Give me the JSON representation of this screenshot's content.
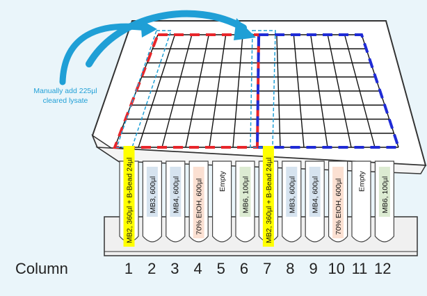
{
  "background_color": "#eaf5fa",
  "callout": {
    "lines": [
      "Manually add 225µl",
      "cleared lysate"
    ],
    "color": "#1f9fd6"
  },
  "tubes": [
    {
      "label": "MB2, 360µl + B-Bead 24µl",
      "color": "#ffff00"
    },
    {
      "label": "MB3, 600µl",
      "color": "#d6e3ef"
    },
    {
      "label": "MB4, 600µl",
      "color": "#d6e3ef"
    },
    {
      "label": "70% EtOH, 600µl",
      "color": "#fbe0d2"
    },
    {
      "label": "Empty",
      "color": "#ffffff"
    },
    {
      "label": "MB6, 100µl",
      "color": "#dcebd2"
    },
    {
      "label": "MB2, 360µl + B-Bead 24µl",
      "color": "#ffff00"
    },
    {
      "label": "MB3, 600µl",
      "color": "#d6e3ef"
    },
    {
      "label": "MB4, 600µl",
      "color": "#d6e3ef"
    },
    {
      "label": "70% EtOH, 600µl",
      "color": "#fbe0d2"
    },
    {
      "label": "Empty",
      "color": "#ffffff"
    },
    {
      "label": "MB6, 100µl",
      "color": "#dcebd2"
    }
  ],
  "column_axis": {
    "label": "Column",
    "numbers": [
      "1",
      "2",
      "3",
      "4",
      "5",
      "6",
      "7",
      "8",
      "9",
      "10",
      "11",
      "12"
    ]
  },
  "region_colors": {
    "left_half": "#e8262b",
    "right_half": "#1f2bd6",
    "selected_column": "#1f9fd6"
  }
}
